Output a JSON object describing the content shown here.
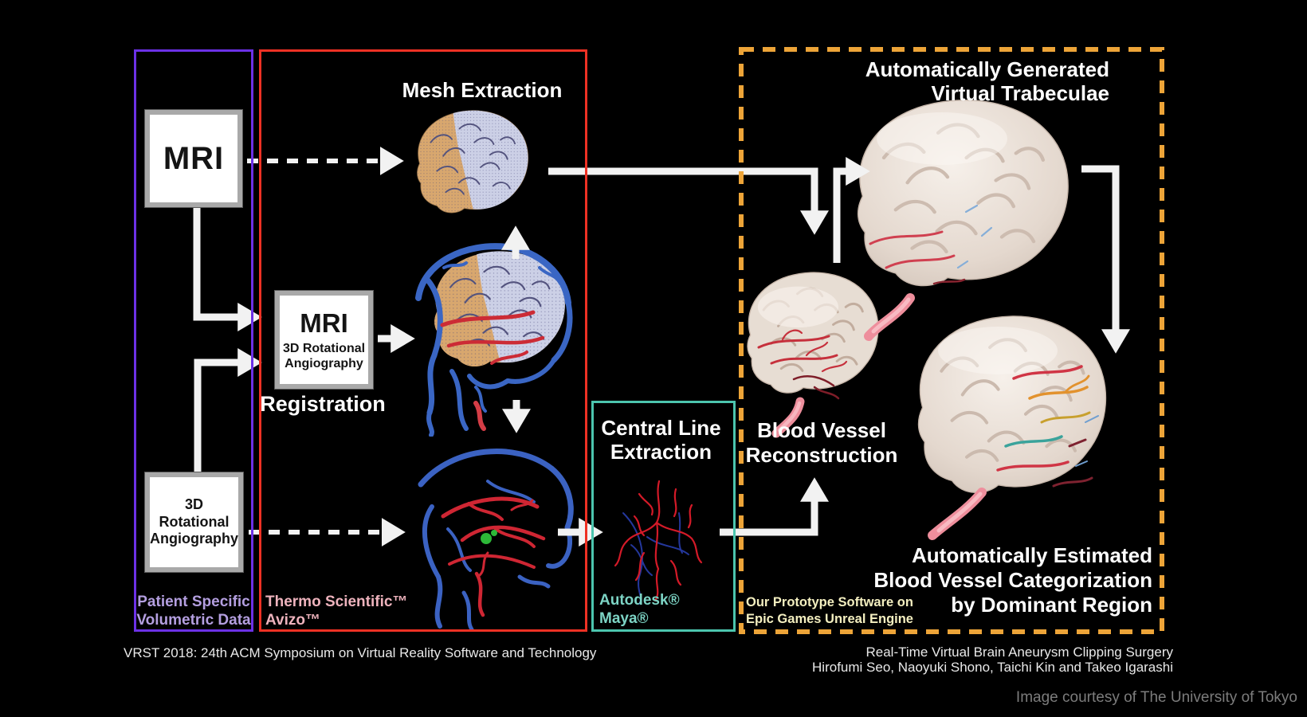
{
  "diagram": {
    "panels": {
      "patient_data": {
        "label": [
          "Patient Specific",
          "Volumetric Data"
        ]
      },
      "avizo": {
        "label": [
          "Thermo Scientific™",
          "Avizo™"
        ]
      },
      "maya": {
        "label": [
          "Autodesk®",
          "Maya®"
        ]
      },
      "unreal": {
        "label": [
          "Our Prototype Software on",
          "Epic Games Unreal Engine"
        ]
      }
    },
    "nodes": {
      "mri": {
        "label": "MRI"
      },
      "registration": {
        "title": "MRI",
        "subtitle": [
          "3D Rotational",
          "Angiography"
        ],
        "caption": "Registration"
      },
      "rotational_angiography": {
        "label": [
          "3D Rotational",
          "Angiography"
        ]
      }
    },
    "stages": {
      "mesh_extraction": {
        "label": "Mesh Extraction"
      },
      "central_line_extraction": {
        "label": [
          "Central Line",
          "Extraction"
        ]
      },
      "blood_vessel_reconstruction": {
        "label": [
          "Blood Vessel",
          "Reconstruction"
        ]
      },
      "virtual_trabeculae": {
        "label": [
          "Automatically Generated",
          "Virtual Trabeculae"
        ]
      },
      "categorization": {
        "label": [
          "Automatically Estimated",
          "Blood Vessel Categorization",
          "by Dominant Region"
        ]
      }
    },
    "footer": {
      "conference": "VRST 2018: 24th ACM Symposium on Virtual Reality Software and Technology",
      "paper_title": "Real-Time Virtual Brain Aneurysm Clipping Surgery",
      "authors": "Hirofumi Seo, Naoyuki Shono, Taichi Kin and Takeo Igarashi",
      "credit": "Image courtesy of The University of Tokyo"
    },
    "colors": {
      "background": "#000000",
      "patient_border": "#6c31e6",
      "avizo_border": "#ee3124",
      "maya_border": "#4cc5ae",
      "unreal_border": "#eda438",
      "patient_label": "#b49fe0",
      "avizo_label": "#eeb3bd",
      "maya_label": "#7dd4c5",
      "unreal_label": "#f4efc0",
      "arrow": "#f2f2f2"
    }
  }
}
